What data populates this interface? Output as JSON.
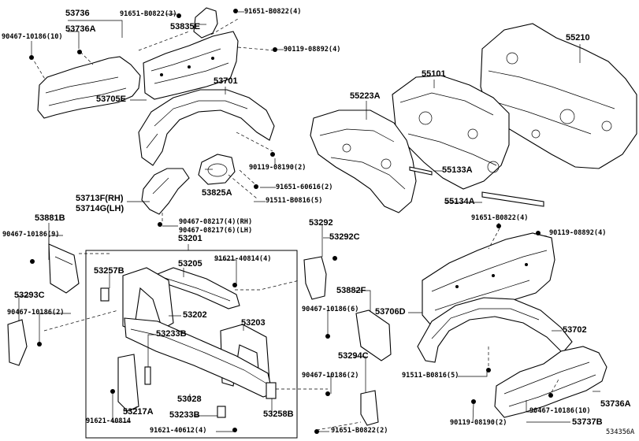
{
  "figure_code": "534356A",
  "labels": {
    "p53736": "53736",
    "p53736a_top": "53736A",
    "p90467_10186_10_top": "90467-10186(10)",
    "p91651_b0822_3": "91651-B0822(3)",
    "p53835e": "53835E",
    "p91651_b0822_4_top": "91651-B0822(4)",
    "p90119_08892_4_top": "90119-08892(4)",
    "p55210": "55210",
    "p55101": "55101",
    "p55223a": "55223A",
    "p53701": "53701",
    "p53705e": "53705E",
    "p90119_08190_2_top": "90119-08190(2)",
    "p55133a": "55133A",
    "p91651_60616_2": "91651-60616(2)",
    "p91511_b0816_5_top": "91511-B0816(5)",
    "p53825a": "53825A",
    "p53713f": "53713F(RH)",
    "p53714g": "53714G(LH)",
    "p55134a": "55134A",
    "p90467_08217_4": "90467-08217(4)(RH)",
    "p90467_08217_6": "90467-08217(6)(LH)",
    "p53881b": "53881B",
    "p90467_10186_9": "90467-10186(9)",
    "p53201": "53201",
    "p53292": "53292",
    "p53292c": "53292C",
    "p91651_b0822_4_right": "91651-B0822(4)",
    "p90119_08892_4_right": "90119-08892(4)",
    "p53257b": "53257B",
    "p53205": "53205",
    "p91621_40814_4": "91621-40814(4)",
    "p53882f": "53882F",
    "p53293c": "53293C",
    "p90467_10186_2_left": "90467-10186(2)",
    "p53202": "53202",
    "p90467_10186_6": "90467-10186(6)",
    "p53706d": "53706D",
    "p53203": "53203",
    "p53702": "53702",
    "p53233b_top": "53233B",
    "p53294c": "53294C",
    "p91511_b0816_5_right": "91511-B0816(5)",
    "p90467_10186_2_mid": "90467-10186(2)",
    "p53028": "53028",
    "p53217a": "53217A",
    "p91621_40814": "91621-40814",
    "p53233b_bot": "53233B",
    "p53258b": "53258B",
    "p91621_40612_4": "91621-40612(4)",
    "p91651_b0822_2": "91651-B0822(2)",
    "p90119_08190_2_bot": "90119-08190(2)",
    "p90467_10186_10_bot": "90467-10186(10)",
    "p53736a_bot": "53736A",
    "p53737b": "53737B"
  }
}
